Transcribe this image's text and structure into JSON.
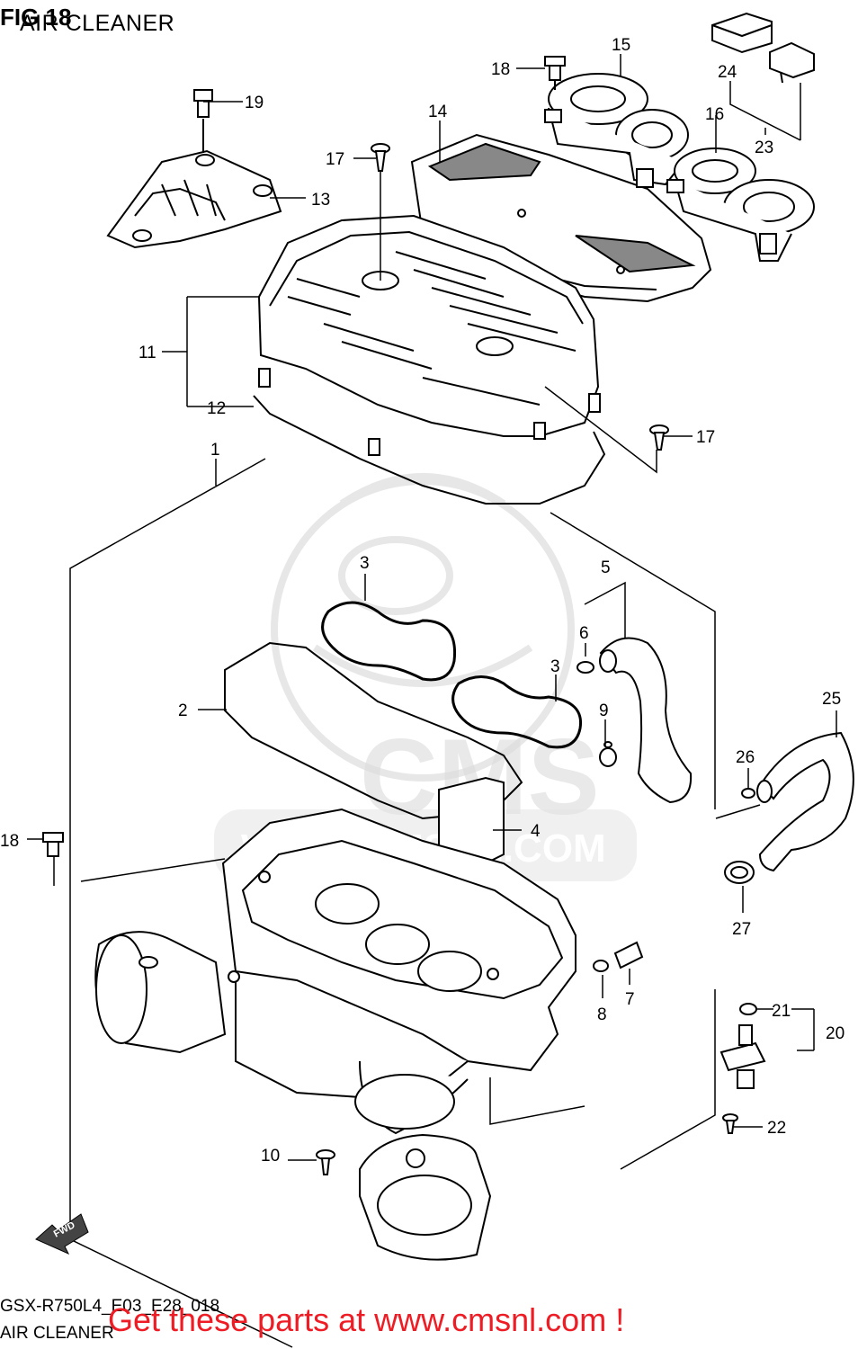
{
  "header": {
    "fig_label": "FIG 18",
    "subtitle": "AIR CLEANER"
  },
  "footer": {
    "model_code": "GSX-R750L4_E03_E28_018",
    "section_name": "AIR CLEANER"
  },
  "promo": {
    "text": "Get these parts at www.cmsnl.com !",
    "color": "#ee1c24"
  },
  "watermark": {
    "brand": "CMS",
    "url": "WWW.CMSNL.COM",
    "color": "#cfcfcf"
  },
  "direction_badge": {
    "label": "FWD",
    "icon": "forward-arrow-icon"
  },
  "callouts": {
    "n1": "1",
    "n2": "2",
    "n3a": "3",
    "n3b": "3",
    "n4": "4",
    "n5": "5",
    "n6": "6",
    "n7": "7",
    "n8": "8",
    "n9": "9",
    "n10": "10",
    "n11": "11",
    "n12": "12",
    "n13": "13",
    "n14": "14",
    "n15": "15",
    "n16": "16",
    "n17a": "17",
    "n17b": "17",
    "n18a": "18",
    "n18b": "18",
    "n19": "19",
    "n20": "20",
    "n21": "21",
    "n22": "22",
    "n23": "23",
    "n24": "24",
    "n25": "25",
    "n26": "26",
    "n27": "27"
  }
}
